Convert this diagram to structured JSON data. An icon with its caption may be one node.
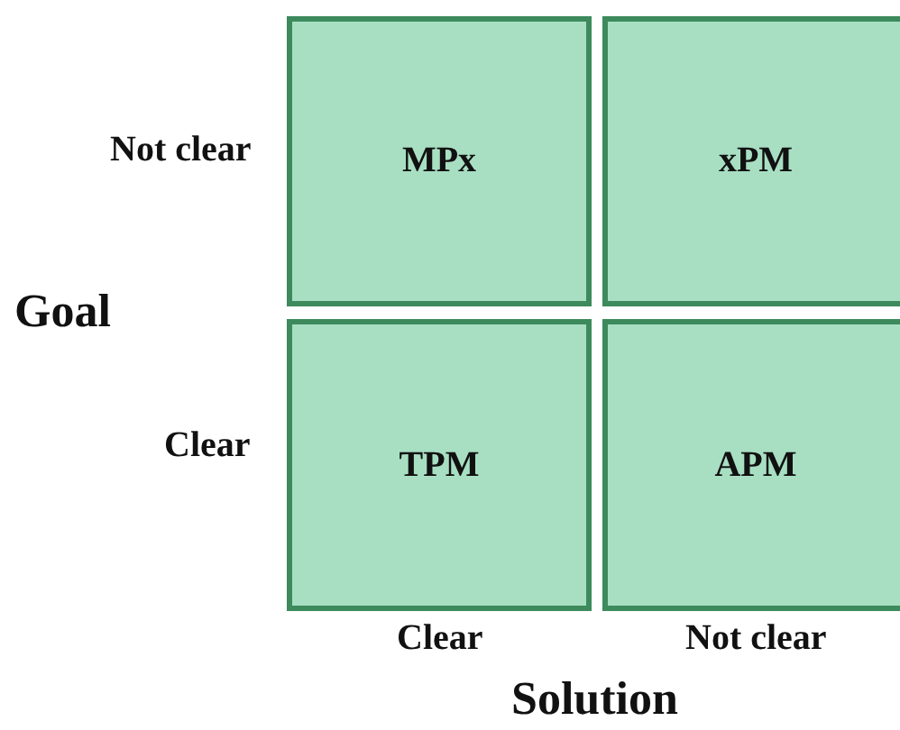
{
  "diagram": {
    "nodes": [
      {
        "text": [
          "MPx"
        ]
      },
      {
        "text": [
          "xPM"
        ]
      },
      {
        "text": [
          "TPM"
        ]
      },
      {
        "text": [
          "APM"
        ]
      }
    ],
    "labels": [
      "Not clear",
      "Goal",
      "Clear",
      "Clear",
      "Not clear",
      "Solution"
    ]
  }
}
